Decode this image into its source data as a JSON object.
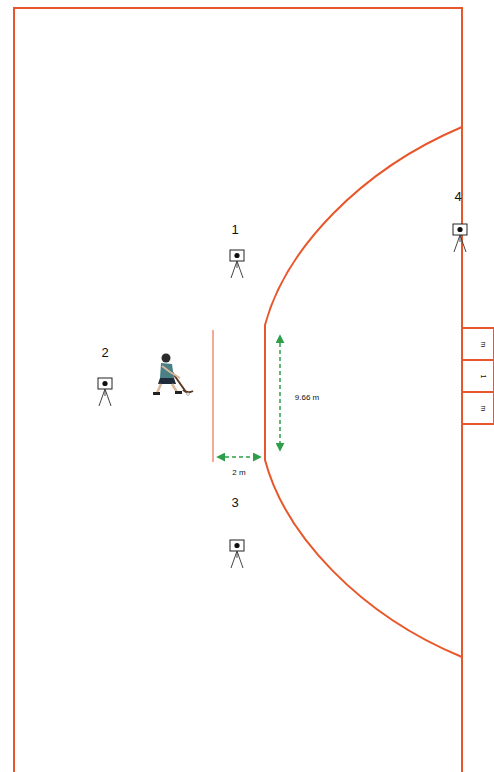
{
  "diagram": {
    "labels": [
      "1",
      "2",
      "3",
      "4",
      "9.66 m",
      "2 m",
      "m",
      "1",
      "m"
    ]
  }
}
